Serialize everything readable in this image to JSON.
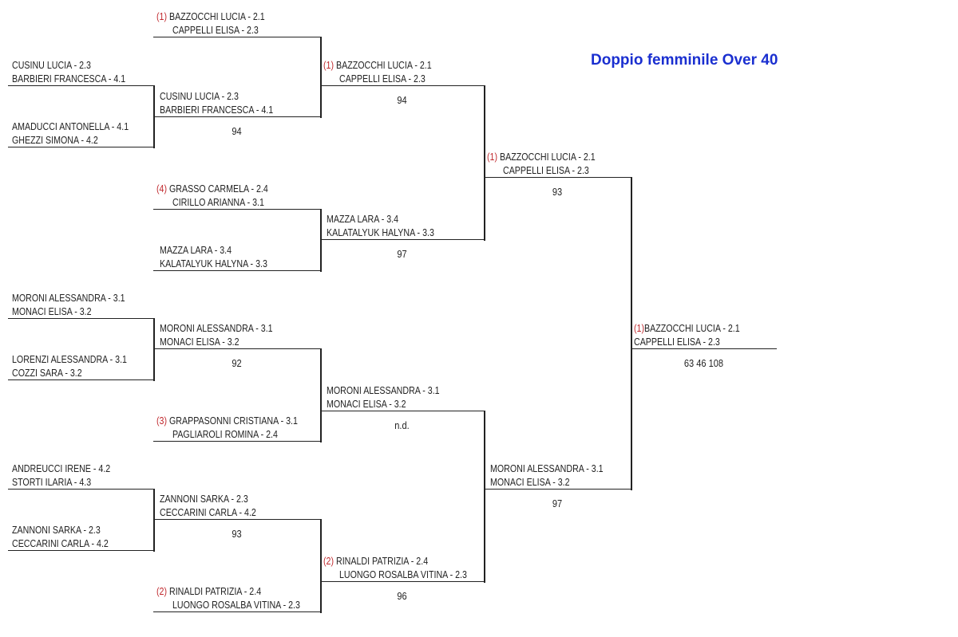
{
  "title": "Doppio femminile Over 40",
  "colors": {
    "title": "#1a2fd0",
    "seed": "#c0282d",
    "line": "#222222"
  },
  "rounds": [
    {
      "name": "round-1",
      "entries": [
        {
          "seed": "",
          "players": [
            "CUSINU LUCIA - 2.3",
            "BARBIERI FRANCESCA - 4.1"
          ],
          "score": ""
        },
        {
          "seed": "",
          "players": [
            "AMADUCCI ANTONELLA - 4.1",
            "GHEZZI SIMONA - 4.2"
          ],
          "score": ""
        },
        {
          "seed": "",
          "players": [
            "MORONI ALESSANDRA - 3.1",
            "MONACI ELISA - 3.2"
          ],
          "score": ""
        },
        {
          "seed": "",
          "players": [
            "LORENZI ALESSANDRA - 3.1",
            "COZZI SARA - 3.2"
          ],
          "score": ""
        },
        {
          "seed": "",
          "players": [
            "ANDREUCCI IRENE - 4.2",
            "STORTI ILARIA - 4.3"
          ],
          "score": ""
        },
        {
          "seed": "",
          "players": [
            "ZANNONI SARKA - 2.3",
            "CECCARINI CARLA - 4.2"
          ],
          "score": ""
        }
      ]
    },
    {
      "name": "round-2",
      "entries": [
        {
          "seed": "(1)",
          "players": [
            "BAZZOCCHI LUCIA - 2.1",
            "CAPPELLI ELISA - 2.3"
          ],
          "score": ""
        },
        {
          "seed": "",
          "players": [
            "CUSINU LUCIA - 2.3",
            "BARBIERI FRANCESCA - 4.1"
          ],
          "score": "94"
        },
        {
          "seed": "(4)",
          "players": [
            "GRASSO CARMELA - 2.4",
            "CIRILLO ARIANNA - 3.1"
          ],
          "score": ""
        },
        {
          "seed": "",
          "players": [
            "MAZZA LARA - 3.4",
            "KALATALYUK HALYNA - 3.3"
          ],
          "score": ""
        },
        {
          "seed": "",
          "players": [
            "MORONI ALESSANDRA - 3.1",
            "MONACI ELISA - 3.2"
          ],
          "score": "92"
        },
        {
          "seed": "(3)",
          "players": [
            "GRAPPASONNI CRISTIANA - 3.1",
            "PAGLIAROLI ROMINA - 2.4"
          ],
          "score": ""
        },
        {
          "seed": "",
          "players": [
            "ZANNONI SARKA - 2.3",
            "CECCARINI CARLA - 4.2"
          ],
          "score": "93"
        },
        {
          "seed": "(2)",
          "players": [
            "RINALDI PATRIZIA - 2.4",
            "LUONGO ROSALBA VITINA - 2.3"
          ],
          "score": ""
        }
      ]
    },
    {
      "name": "quarterfinals",
      "entries": [
        {
          "seed": "(1)",
          "players": [
            "BAZZOCCHI LUCIA - 2.1",
            "CAPPELLI ELISA - 2.3"
          ],
          "score": "94"
        },
        {
          "seed": "",
          "players": [
            "MAZZA LARA - 3.4",
            "KALATALYUK HALYNA - 3.3"
          ],
          "score": "97"
        },
        {
          "seed": "",
          "players": [
            "MORONI ALESSANDRA - 3.1",
            "MONACI ELISA - 3.2"
          ],
          "score": "n.d."
        },
        {
          "seed": "(2)",
          "players": [
            "RINALDI PATRIZIA - 2.4",
            "LUONGO ROSALBA VITINA - 2.3"
          ],
          "score": "96"
        }
      ]
    },
    {
      "name": "semifinals",
      "entries": [
        {
          "seed": "(1)",
          "players": [
            "BAZZOCCHI LUCIA - 2.1",
            "CAPPELLI ELISA - 2.3"
          ],
          "score": "93"
        },
        {
          "seed": "",
          "players": [
            "MORONI ALESSANDRA - 3.1",
            "MONACI ELISA - 3.2"
          ],
          "score": "97"
        }
      ]
    },
    {
      "name": "champion",
      "entries": [
        {
          "seed": "(1)",
          "players": [
            "BAZZOCCHI LUCIA - 2.1",
            "CAPPELLI ELISA - 2.3"
          ],
          "score": "63 46 108",
          "compact": true
        }
      ]
    }
  ]
}
